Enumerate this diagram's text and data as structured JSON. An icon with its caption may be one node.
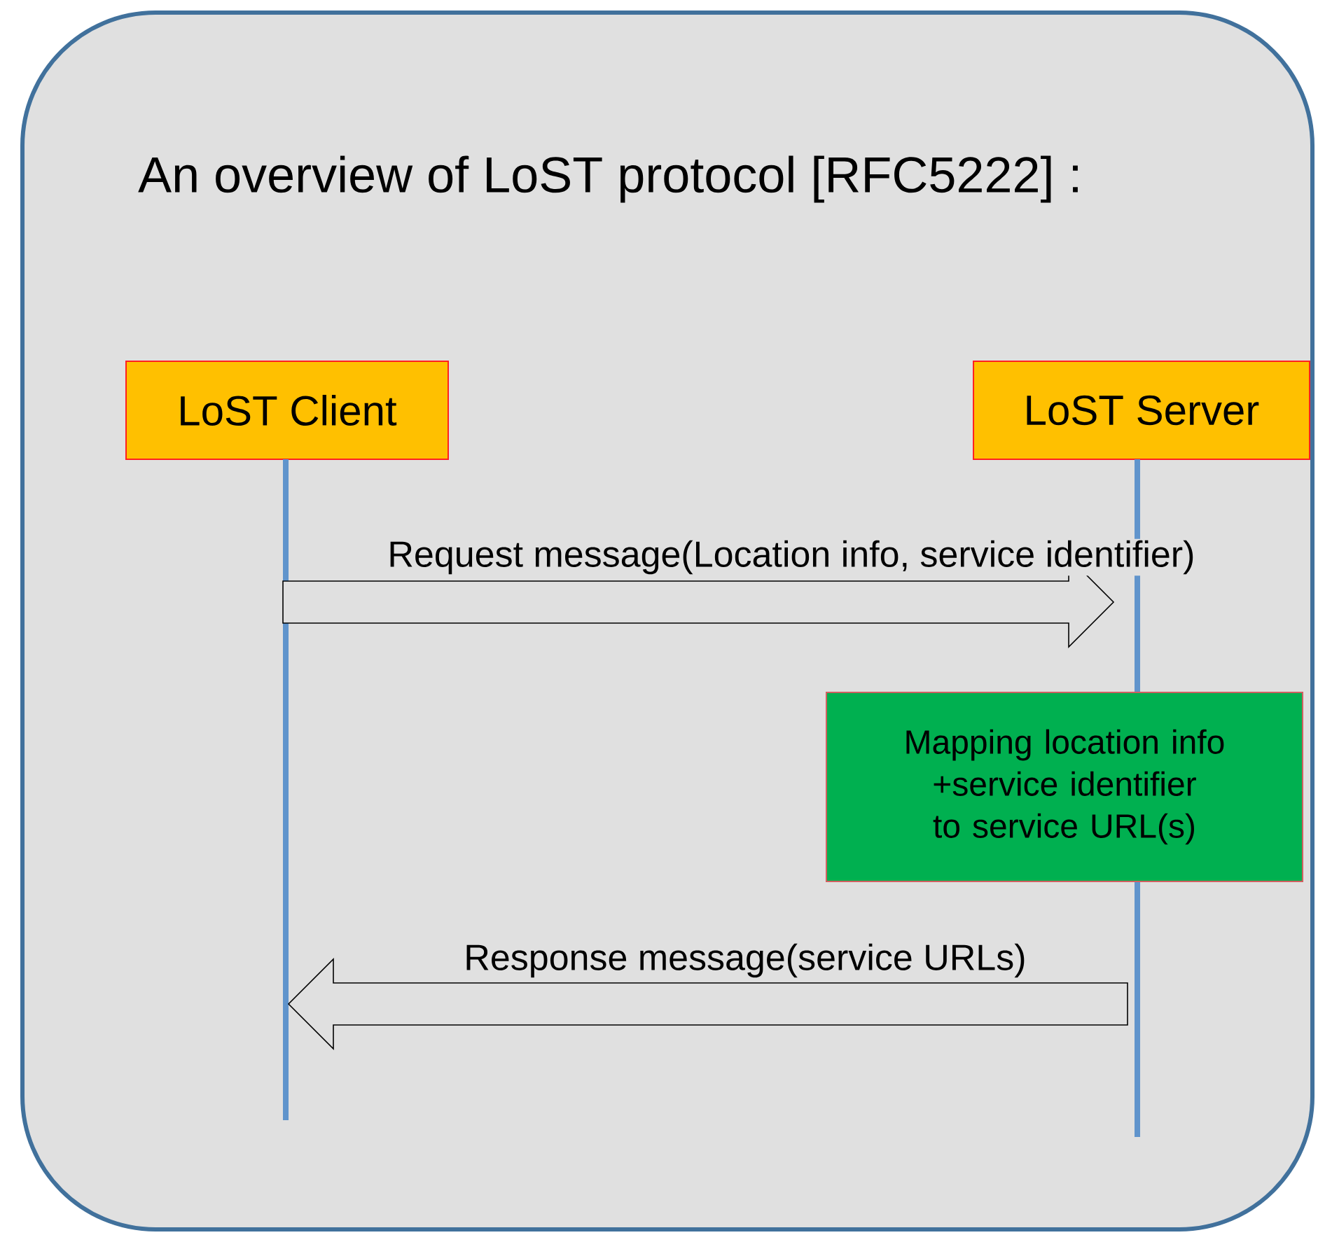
{
  "diagram": {
    "title": "An overview of LoST protocol [RFC5222] :",
    "nodes": [
      {
        "text": [
          "LoST Client"
        ]
      },
      {
        "text": [],
        "shape": "bar"
      },
      {
        "text": [
          "LoST Server"
        ]
      },
      {
        "text": [],
        "shape": "bar"
      },
      {
        "text": [
          "Mapping location info +service identifier to service URL(s)"
        ]
      }
    ],
    "edges": [
      {
        "from": 1,
        "to": 3,
        "arrow": "to",
        "label": "Request message(Location info, service identifier)"
      },
      {
        "from": 3,
        "to": 1,
        "arrow": "to",
        "label": "Response message(service URLs)"
      }
    ]
  }
}
